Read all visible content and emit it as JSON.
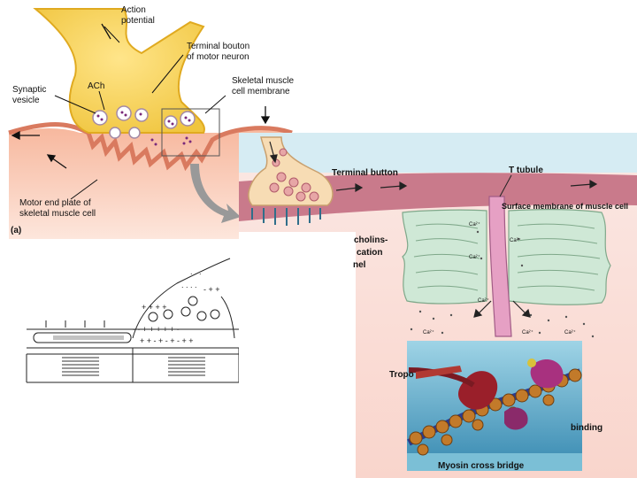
{
  "panel_a": {
    "label_action_potential": "Action\npotential",
    "label_terminal_bouton": "Terminal bouton\nof motor neuron",
    "label_synaptic_vesicle": "Synaptic\nvesicle",
    "label_ach": "ACh",
    "label_skeletal_membrane": "Skeletal muscle\ncell membrane",
    "label_motor_end_plate": "Motor end plate of\nskeletal muscle cell",
    "label_panel": "(a)"
  },
  "panel_b": {
    "label_terminal_button": "Terminal button",
    "label_t_tubule": "T tubule",
    "label_surface_membrane": "Surface membrane of muscle cell",
    "label_channel_partial_1": "cholins-",
    "label_channel_partial_2": "cation",
    "label_channel_partial_3": "nel",
    "label_ca": "Ca²⁺"
  },
  "panel_c": {
    "label_tropo": "Tropo",
    "label_binding": "binding",
    "label_myosin": "Myosin cross bridge"
  },
  "colors": {
    "neuron_yellow": "#f2c94c",
    "muscle_salmon": "#f6a88a",
    "muscle_pink": "#c9748a",
    "sr_green": "#cfe8d6",
    "panel_b_bg": "#fbe1dc",
    "panel_b_sky": "#d6ecf3",
    "panel_c_bg": "#6fb6cf"
  }
}
